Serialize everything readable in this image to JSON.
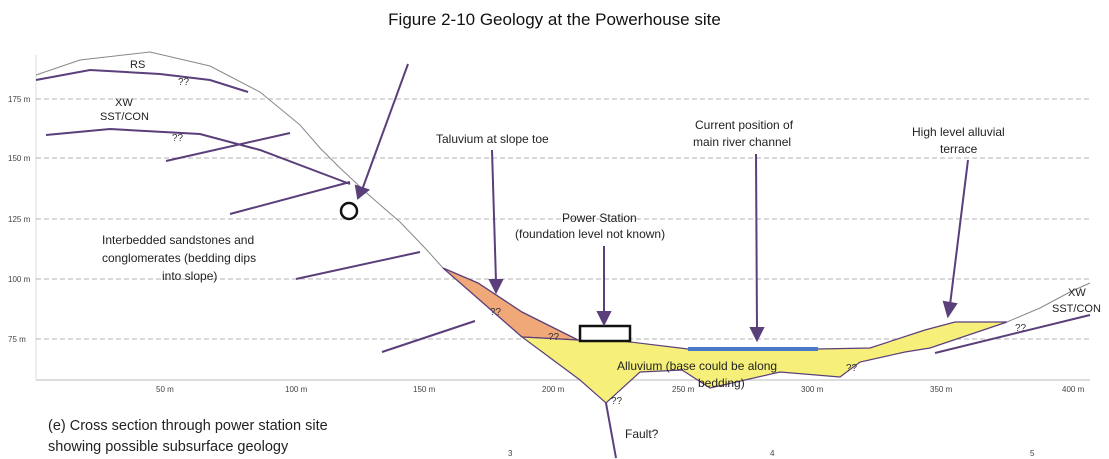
{
  "figure_title": "Figure 2-10 Geology at the Powerhouse site",
  "y_axis": {
    "ticks": [
      "175 m",
      "150 m",
      "125 m",
      "100 m",
      "75 m"
    ]
  },
  "x_axis": {
    "ticks": [
      "50 m",
      "100 m",
      "150 m",
      "200 m",
      "250 m",
      "300 m",
      "350 m",
      "400 m"
    ]
  },
  "sections": [
    "3",
    "4",
    "5"
  ],
  "labels": {
    "rs": "RS",
    "xw_left_1": "XW",
    "xw_left_2": "SST/CON",
    "xw_right_1": "XW",
    "xw_right_2": "SST/CON",
    "interbedded_1": "Interbedded sandstones and",
    "interbedded_2": "conglomerates (bedding dips",
    "interbedded_3": "into slope)",
    "taluvium": "Taluvium at slope toe",
    "power_station_1": "Power Station",
    "power_station_2": "(foundation level not known)",
    "river_1": "Current position of",
    "river_2": "main river channel",
    "terrace_1": "High level alluvial",
    "terrace_2": "terrace",
    "alluvium_1": "Alluvium (base could be along",
    "alluvium_2": "bedding)",
    "fault": "Fault?",
    "unknown": "??"
  },
  "caption": {
    "line1": "(e) Cross section through power station site",
    "line2": "showing possible subsurface geology"
  },
  "colors": {
    "bedrock_lines": "#5a3f7a",
    "taluvium": "#f0a878",
    "alluvium": "#f6f07a",
    "river": "#4a78c8",
    "gridline": "#999999"
  }
}
